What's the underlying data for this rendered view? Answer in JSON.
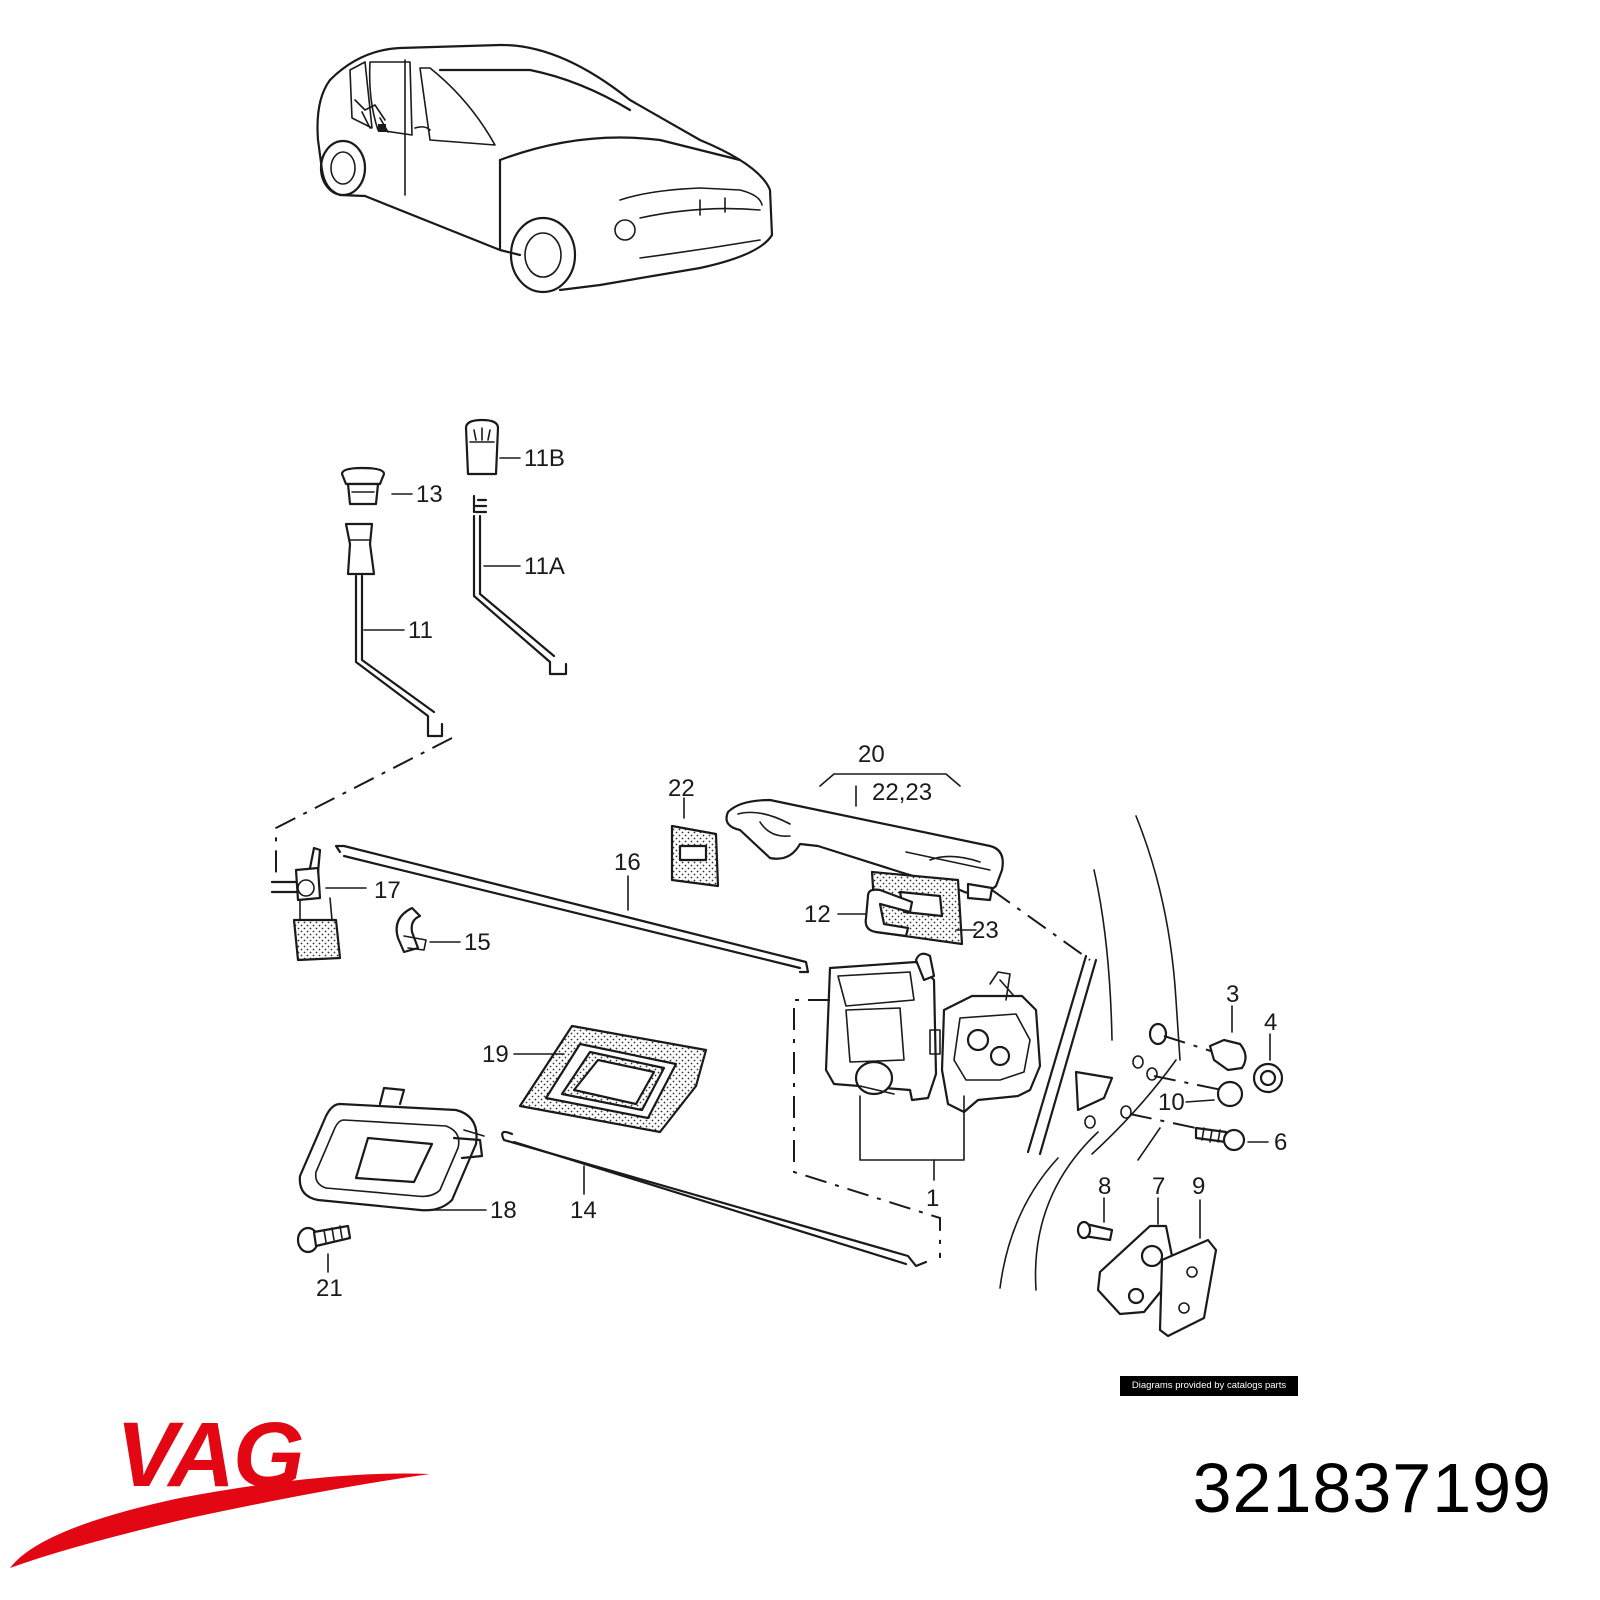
{
  "diagram": {
    "callouts": {
      "c1": "1",
      "c3": "3",
      "c4": "4",
      "c6": "6",
      "c7": "7",
      "c8": "8",
      "c9": "9",
      "c10": "10",
      "c11": "11",
      "c11a": "11A",
      "c11b": "11B",
      "c12": "12",
      "c13": "13",
      "c14": "14",
      "c15": "15",
      "c16": "16",
      "c17": "17",
      "c18": "18",
      "c19": "19",
      "c20": "20",
      "c21": "21",
      "c22": "22",
      "c2223": "22,23",
      "c23": "23"
    },
    "credit": "Diagrams provided by catalogs parts"
  },
  "brand": {
    "logo_text": "VAG",
    "logo_color": "#e30613"
  },
  "part_number": "321837199"
}
